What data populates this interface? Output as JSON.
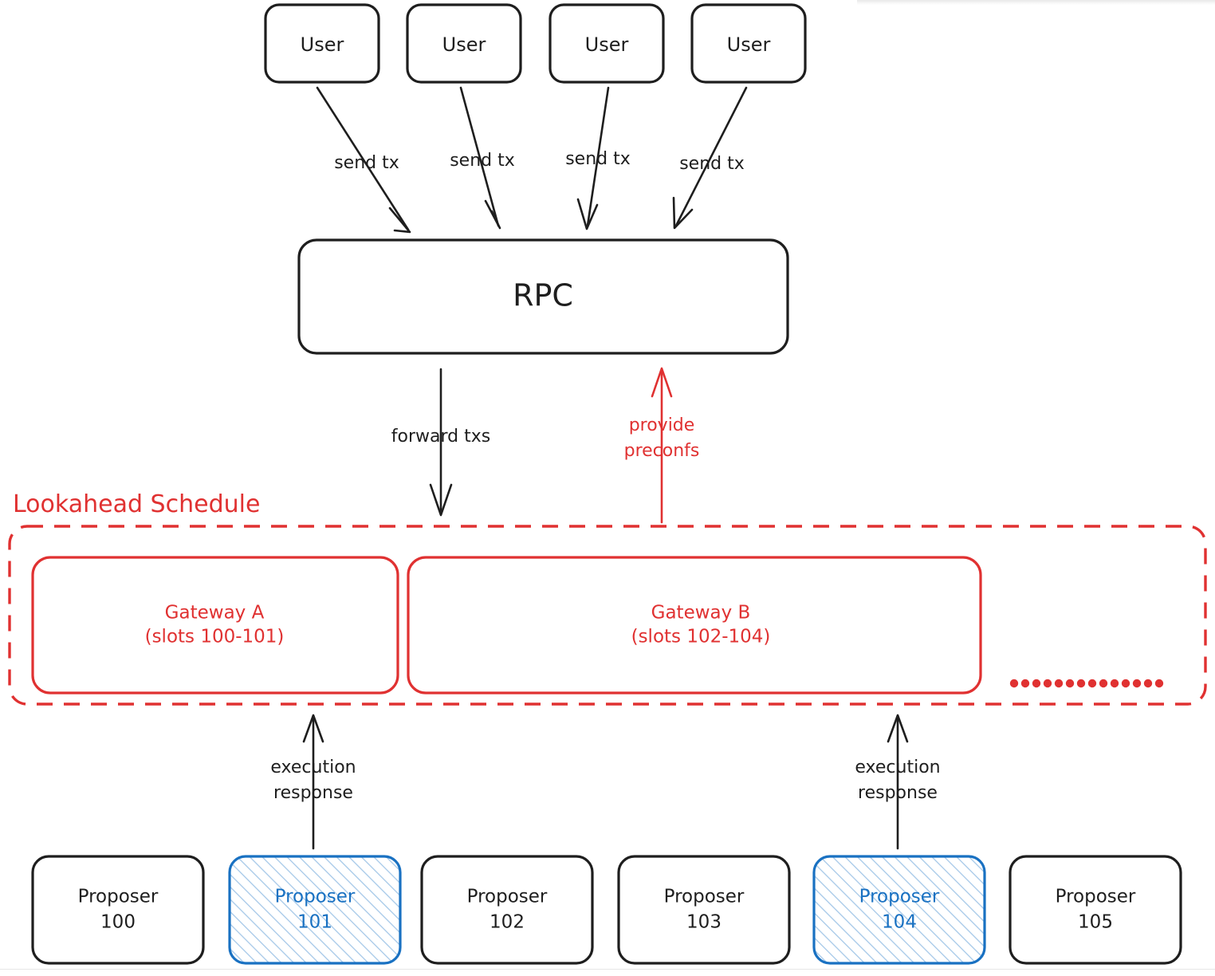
{
  "diagram": {
    "title_label": "Lookahead Schedule",
    "users": [
      {
        "label": "User"
      },
      {
        "label": "User"
      },
      {
        "label": "User"
      },
      {
        "label": "User"
      }
    ],
    "send_tx_labels": [
      "send tx",
      "send tx",
      "send tx",
      "send tx"
    ],
    "rpc": {
      "label": "RPC"
    },
    "forward_txs_label": "forward txs",
    "provide_preconfs_label_line1": "provide",
    "provide_preconfs_label_line2": "preconfs",
    "gateways": [
      {
        "name": "Gateway A",
        "slots": "(slots 100-101)"
      },
      {
        "name": "Gateway B",
        "slots": "(slots 102-104)"
      }
    ],
    "schedule_continuation": "..............",
    "execution_response_labels": [
      {
        "line1": "execution",
        "line2": "response"
      },
      {
        "line1": "execution",
        "line2": "response"
      }
    ],
    "proposers": [
      {
        "name": "Proposer",
        "number": "100",
        "highlighted": false
      },
      {
        "name": "Proposer",
        "number": "101",
        "highlighted": true
      },
      {
        "name": "Proposer",
        "number": "102",
        "highlighted": false
      },
      {
        "name": "Proposer",
        "number": "103",
        "highlighted": false
      },
      {
        "name": "Proposer",
        "number": "104",
        "highlighted": true
      },
      {
        "name": "Proposer",
        "number": "105",
        "highlighted": false
      }
    ],
    "colors": {
      "accent_red": "#e03131",
      "accent_blue": "#1971c2",
      "hatch_blue": "#a5c8e8",
      "stroke_black": "#1e1e1e",
      "background": "#ffffff"
    }
  }
}
